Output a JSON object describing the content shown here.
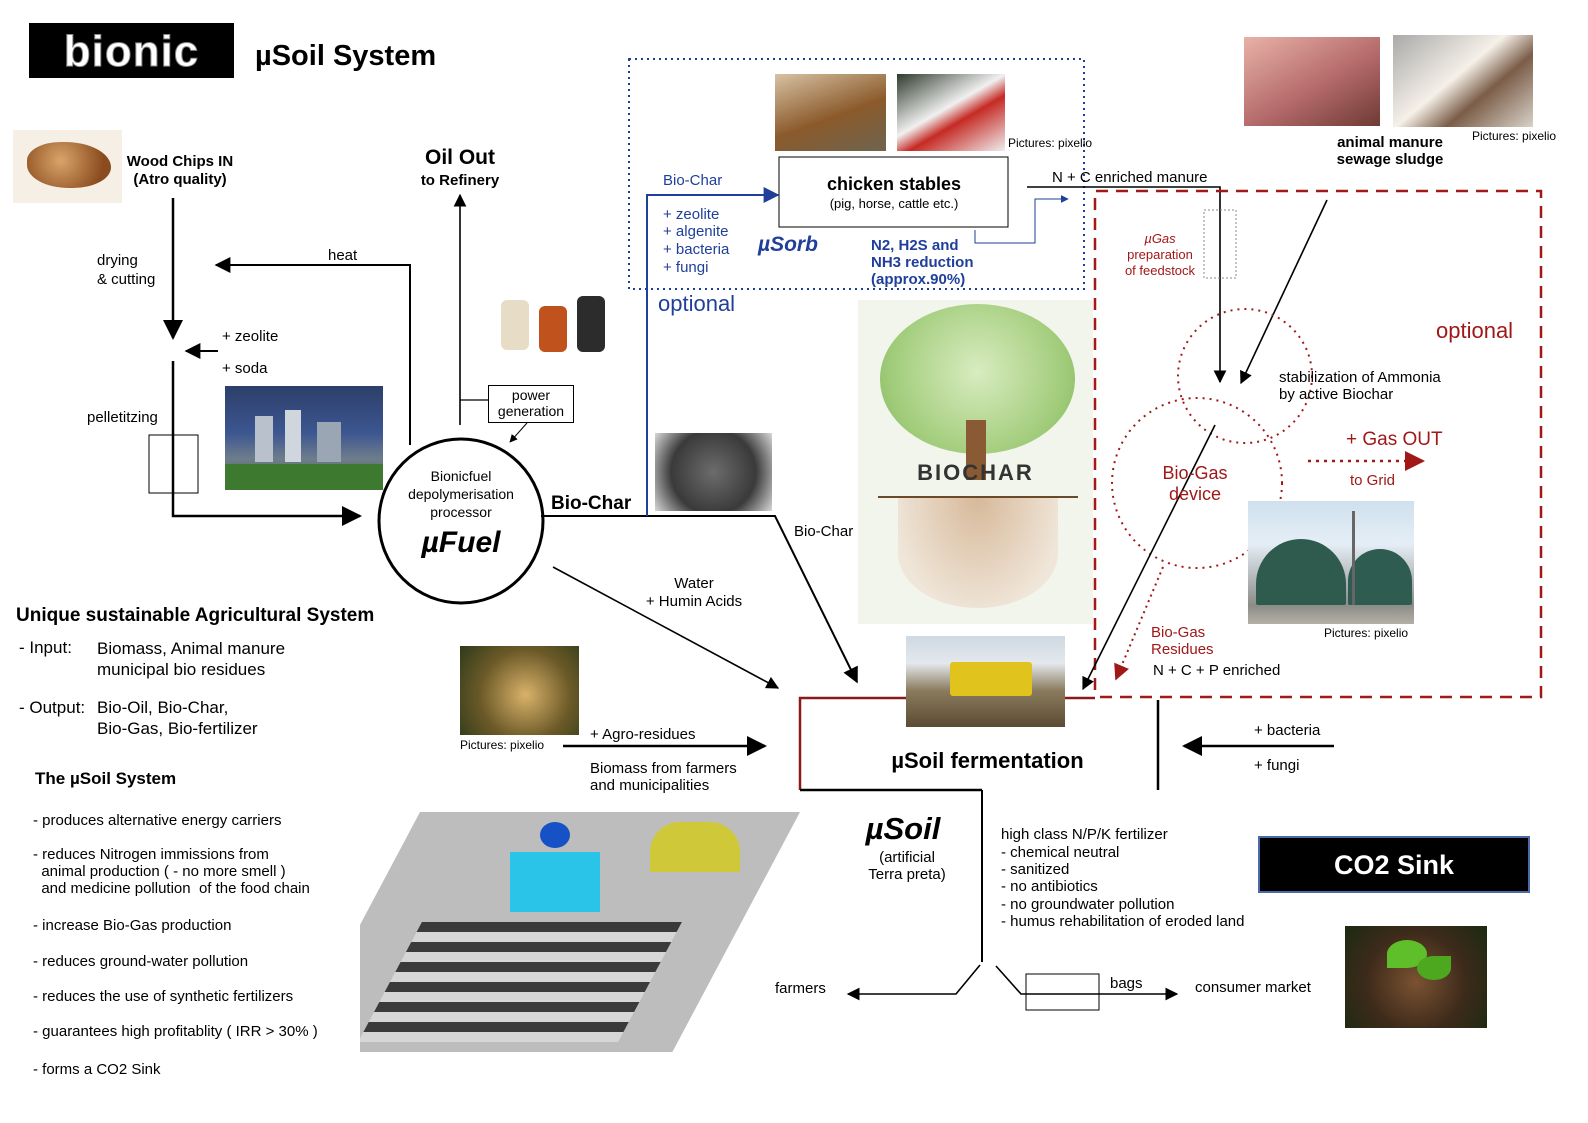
{
  "header": {
    "logo_text": "bionic",
    "title": "µSoil System"
  },
  "inputs": {
    "wood_chips": "Wood Chips IN",
    "wood_chips_sub": "(Atro quality)",
    "drying_1": "drying",
    "drying_2": "& cutting",
    "heat": "heat",
    "zeolite": "+ zeolite",
    "soda": "+ soda",
    "pelletizing": "pelletitzing"
  },
  "oil": {
    "title": "Oil Out",
    "subtitle": "to Refinery"
  },
  "power": {
    "line1": "power",
    "line2": "generation"
  },
  "processor": {
    "line1": "Bionicfuel",
    "line2": "depolymerisation",
    "line3": "processor",
    "name": "µFuel"
  },
  "biochar_out": {
    "label": "Bio-Char",
    "branch": "Bio-Char",
    "water_1": "Water",
    "water_2": "+ Humin Acids"
  },
  "usorb": {
    "biochar": "Bio-Char",
    "additives": [
      "+ zeolite",
      "+ algenite",
      "+ bacteria",
      "+ fungi"
    ],
    "name": "µSorb",
    "stables_title": "chicken stables",
    "stables_sub": "(pig, horse, cattle etc.)",
    "reduction_1": "N2, H2S and",
    "reduction_2": "NH3  reduction",
    "reduction_3": "(approx.90%)",
    "optional": "optional",
    "credit": "Pictures: pixelio",
    "manure_arrow": "N + C enriched manure"
  },
  "biochar_image": {
    "text": "BIOCHAR"
  },
  "biogas": {
    "ugas_1": "µGas",
    "ugas_2": "preparation",
    "ugas_3": "of feedstock",
    "optional": "optional",
    "stabilization_1": "stabilization of Ammonia",
    "stabilization_2": "by active Biochar",
    "device_1": "Bio-Gas",
    "device_2": "device",
    "gas_out": "+ Gas OUT",
    "to_grid": "to Grid",
    "credit": "Pictures: pixelio",
    "residues_1": "Bio-Gas",
    "residues_2": "Residues",
    "npk": "N + C + P enriched"
  },
  "animals": {
    "line1": "animal manure",
    "line2": "sewage sludge",
    "credit": "Pictures: pixelio"
  },
  "fermentation": {
    "title": "µSoil fermentation",
    "bacteria": "+ bacteria",
    "fungi": "+ fungi",
    "agro": "+ Agro-residues",
    "biomass_1": "Biomass from farmers",
    "biomass_2": "and municipalities",
    "credit": "Pictures: pixelio"
  },
  "usoil": {
    "name": "µSoil",
    "sub1": "(artificial",
    "sub2": "Terra preta)"
  },
  "fertilizer": {
    "title": "high class N/P/K fertilizer",
    "items": [
      "- chemical neutral",
      "- sanitized",
      "- no antibiotics",
      "- no groundwater pollution",
      "- humus  rehabilitation of eroded land"
    ]
  },
  "distribution": {
    "farmers": "farmers",
    "bags": "bags",
    "consumer": "consumer market"
  },
  "co2": {
    "label": "CO2 Sink"
  },
  "summary": {
    "title": "Unique  sustainable  Agricultural System",
    "input_label": "- Input:",
    "input_1": "Biomass, Animal manure",
    "input_2": "municipal bio residues",
    "output_label": "- Output:",
    "output_1": "Bio-Oil, Bio-Char,",
    "output_2": "Bio-Gas, Bio-fertilizer"
  },
  "system": {
    "title": "The µSoil System",
    "items": [
      "- produces alternative energy  carriers",
      "- reduces Nitrogen immissions from",
      "  animal production ( - no more smell )",
      "  and medicine pollution  of the food chain",
      "- increase Bio-Gas production",
      "- reduces ground-water  pollution",
      "- reduces the  use of synthetic fertilizers",
      "- guarantees high profitablity ( IRR  > 30% )",
      "- forms a  CO2 Sink"
    ]
  },
  "colors": {
    "blue": "#1f3f9a",
    "red": "#a01818",
    "black": "#000000"
  }
}
